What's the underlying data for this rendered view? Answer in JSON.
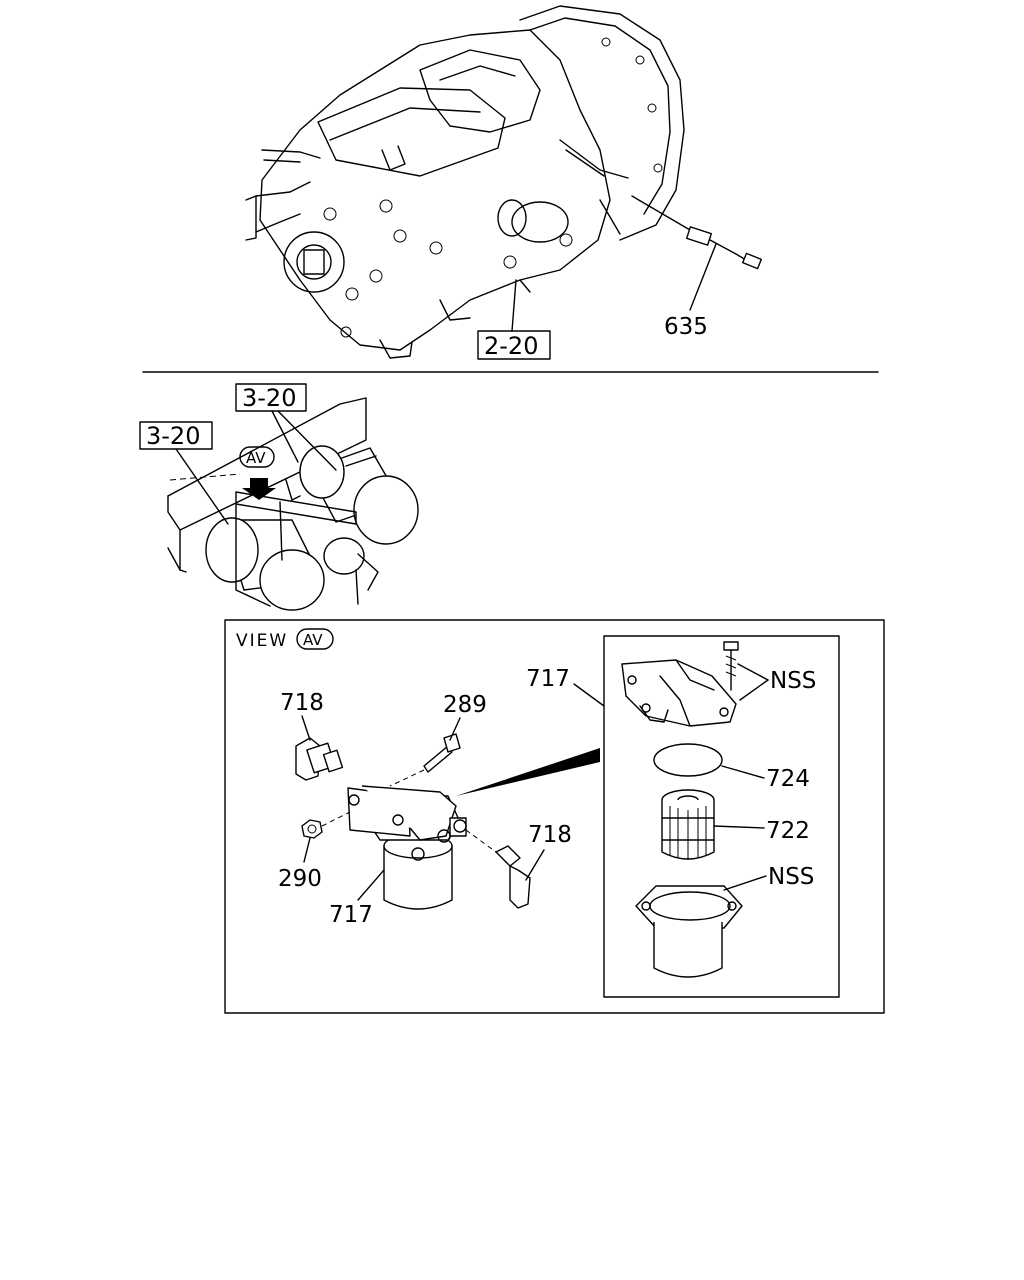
{
  "transmission": {
    "ref_label": "2-20",
    "part_sensor": "635"
  },
  "tanks": {
    "ref_label_upper": "3-20",
    "ref_label_left": "3-20",
    "view_marker": "AV"
  },
  "view_panel": {
    "view_word": "VIEW",
    "view_marker": "AV",
    "parts": {
      "fitting_left": "718",
      "bolt": "289",
      "nut": "290",
      "filter_assembly": "717",
      "fitting_right": "718",
      "detail_assembly": "717",
      "nss_top": "NSS",
      "o_ring": "724",
      "element": "722",
      "nss_bottom": "NSS"
    }
  }
}
